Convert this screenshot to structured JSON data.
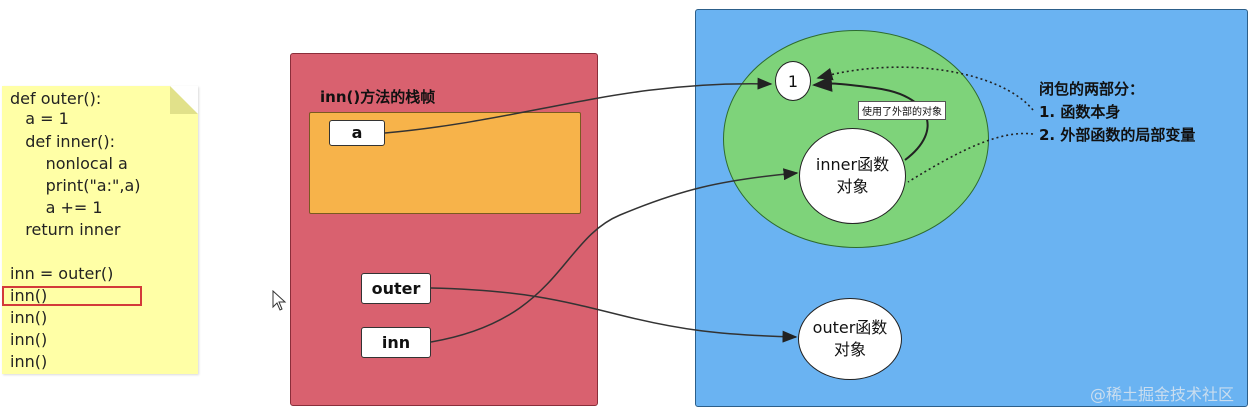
{
  "code": {
    "lines": [
      "def outer():",
      "   a = 1",
      "   def inner():",
      "       nonlocal a",
      "       print(\"a:\",a)",
      "       a += 1",
      "   return inner",
      "",
      "inn = outer()",
      "inn()",
      "inn()",
      "inn()",
      "inn()"
    ],
    "highlighted_line": 9
  },
  "stack_frame": {
    "title": "inn()方法的栈帧",
    "local_var": "a",
    "vars": [
      "outer",
      "inn"
    ]
  },
  "heap": {
    "cell_value": "1",
    "inner_object": "inner函数\n对象",
    "outer_object": "outer函数\n对象",
    "uses_label": "使用了外部的对象"
  },
  "closure_note": {
    "title": "闭包的两部分：",
    "points": [
      "1. 函数本身",
      "2. 外部函数的局部变量"
    ]
  },
  "watermark": "@稀土掘金技术社区",
  "colors": {
    "note": "#ffffa6",
    "stack": "#d9616f",
    "frame": "#f7b34a",
    "heap": "#6ab3f2",
    "closure": "#7ed37a",
    "highlight": "#d33a3a"
  }
}
